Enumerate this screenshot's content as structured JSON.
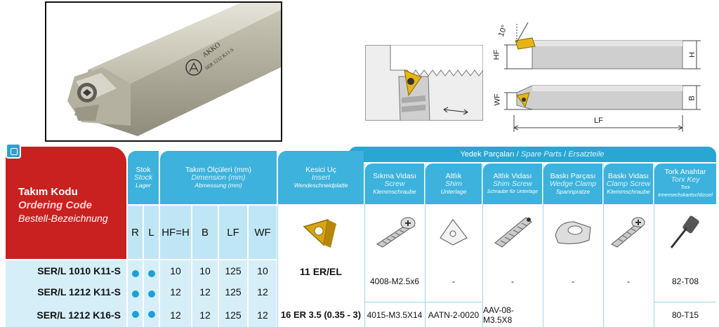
{
  "photo": {
    "brand_logo_text": "AKKO",
    "tool_mark": "SER 1212 K11-S"
  },
  "diagram": {
    "angle_label": "10°",
    "hf_label": "HF",
    "h_label": "H",
    "wf_label": "WF",
    "b_label": "B",
    "lf_label": "LF"
  },
  "table": {
    "spare_parts_header": {
      "tr": "Yedek Parçaları",
      "en": "Spare Parts",
      "de": "Ersatzteile",
      "separator": "/"
    },
    "ordering_code": {
      "tr": "Takım Kodu",
      "en": "Ordering Code",
      "de": "Bestell-Bezeichnung"
    },
    "stock": {
      "tr": "Stok",
      "en": "Stock",
      "de": "Lager",
      "r": "R",
      "l": "L"
    },
    "dimension": {
      "tr": "Takım Ölçüleri (mm)",
      "en": "Dimension (mm)",
      "de": "Abmessung (mm)",
      "cols": [
        "HF=H",
        "B",
        "LF",
        "WF"
      ]
    },
    "insert": {
      "tr": "Kesici Uç",
      "en": "Insert",
      "de": "Wendeschneidplatte"
    },
    "screw": {
      "tr": "Sıkma Vidası",
      "en": "Screw",
      "de": "Klemmschraube"
    },
    "shim": {
      "tr": "Altlık",
      "en": "Shim",
      "de": "Unterlage"
    },
    "shim_screw": {
      "tr": "Altlık Vidası",
      "en": "Shim Screw",
      "de": "Schraube für Unterlage"
    },
    "wedge_clamp": {
      "tr": "Baskı Parçası",
      "en": "Wedge Clamp",
      "de": "Spannpratze"
    },
    "clamp_screw": {
      "tr": "Baskı Vidası",
      "en": "Clamp Screw",
      "de": "Klemmschraube"
    },
    "torx_key": {
      "tr": "Tork Anahtar",
      "en": "Torx Key",
      "de": "Torx Innensechskantschlüssel"
    },
    "rows": [
      {
        "code": "SER/L 1010 K11-S",
        "hf": "10",
        "b": "10",
        "lf": "125",
        "wf": "10"
      },
      {
        "code": "SER/L 1212 K11-S",
        "hf": "12",
        "b": "12",
        "lf": "125",
        "wf": "12"
      },
      {
        "code": "SER/L 1212 K16-S",
        "hf": "12",
        "b": "12",
        "lf": "125",
        "wf": "12"
      }
    ],
    "insert_values": [
      "11 ER/EL",
      "16 ER 3.5 (0.35 - 3)"
    ],
    "screw_values": [
      "4008-M2.5x6",
      "4015-M3.5X14"
    ],
    "shim_values": [
      "-",
      "AATN-2-0020"
    ],
    "shim_screw_values": [
      "-",
      "AAV-08-M3.5X8"
    ],
    "wedge_clamp_value": "-",
    "clamp_screw_value": "-",
    "torx_key_values": [
      "82-T08",
      "80-T15"
    ],
    "colors": {
      "accent_blue": "#29a6d3",
      "header_red": "#c8211f",
      "row_blue": "#d6eef8",
      "stock_dot": "#1ea0d6"
    }
  }
}
